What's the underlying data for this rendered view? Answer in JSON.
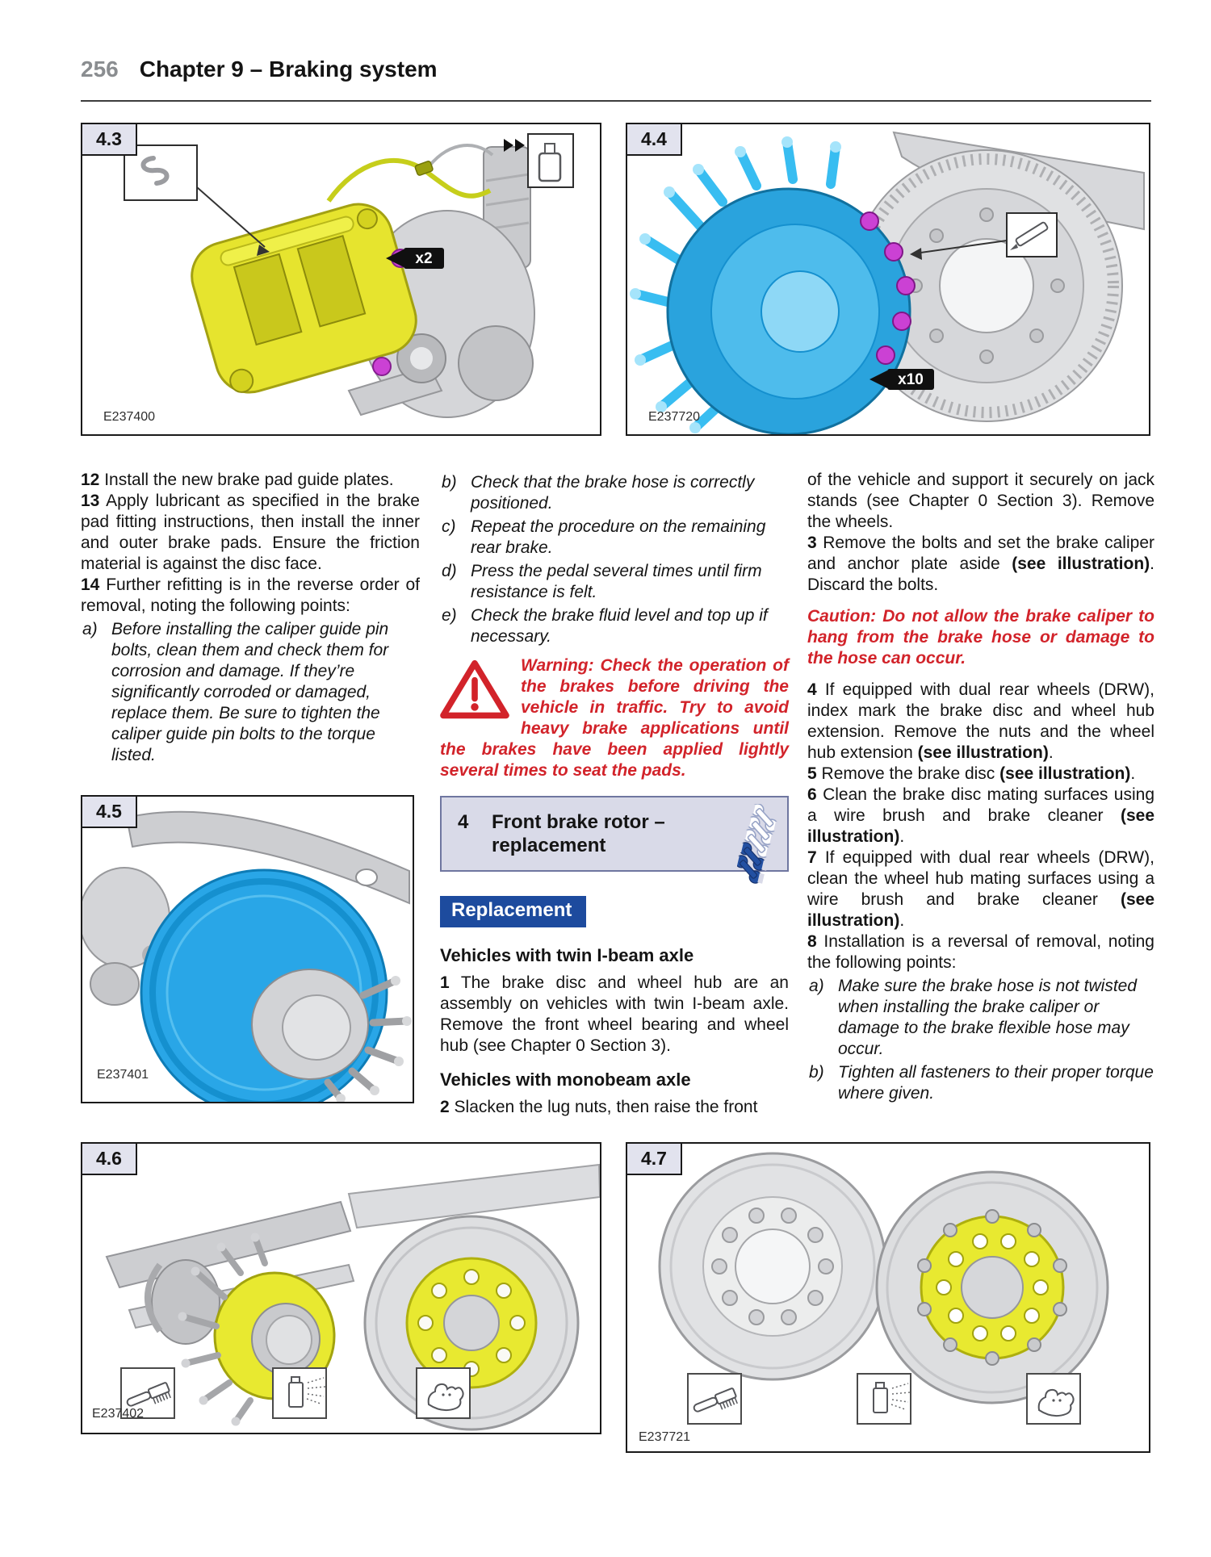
{
  "page": {
    "number": "256",
    "title": "Chapter 9 – Braking system"
  },
  "colors": {
    "accent_blue": "#1d4b9e",
    "warning_red": "#d2232a",
    "panel_lavender": "#d9dae8",
    "caliper_yellow": "#e6e42e",
    "rotor_blue": "#29a6e7",
    "stud_cyan": "#38bdf1",
    "nut_magenta": "#cb41d4",
    "hub_yellow": "#e8e930"
  },
  "icons": {
    "warning": "warning-triangle-exclamation",
    "difficulty_rating": "five wrenches, two filled",
    "fig43_insets": [
      "s-hook",
      "fluid-bottle"
    ],
    "fig44_inset": "marker-pen",
    "fig_tools": [
      "wire-brush",
      "spray-can",
      "wipe-hand"
    ]
  },
  "figures": {
    "f43": {
      "label": "4.3",
      "code": "E237400",
      "badge": "x2"
    },
    "f44": {
      "label": "4.4",
      "code": "E237720",
      "badge": "x10"
    },
    "f45": {
      "label": "4.5",
      "code": "E237401"
    },
    "f46": {
      "label": "4.6",
      "code": "E237402"
    },
    "f47": {
      "label": "4.7",
      "code": "E237721"
    }
  },
  "col_left": {
    "steps": [
      {
        "num": "12",
        "text": "Install the new brake pad guide plates."
      },
      {
        "num": "13",
        "text": "Apply lubricant as specified in the brake pad fitting instructions, then install the inner and outer brake pads. Ensure the friction material is against the disc face."
      },
      {
        "num": "14",
        "text": "Further refitting is in the reverse order of removal, noting the following points:"
      }
    ],
    "items": [
      {
        "letter": "a)",
        "text": "Before installing the caliper guide pin bolts, clean them and check them for corrosion and damage. If they’re significantly corroded or damaged, replace them. Be sure to tighten the caliper guide pin bolts to the torque listed."
      }
    ]
  },
  "col_mid": {
    "items": [
      {
        "letter": "b)",
        "text": "Check that the brake hose is correctly positioned."
      },
      {
        "letter": "c)",
        "text": "Repeat the procedure on the remaining rear brake."
      },
      {
        "letter": "d)",
        "text": "Press the pedal several times until firm resistance is felt."
      },
      {
        "letter": "e)",
        "text": "Check the brake fluid level and top up if necessary."
      }
    ],
    "warning": "Warning: Check the operation of the brakes before driving the vehicle in traffic. Try to avoid heavy brake applications until the brakes have been applied lightly several times to seat the pads.",
    "section": {
      "num": "4",
      "title_line1": "Front brake rotor –",
      "title_line2": "replacement"
    },
    "replacement_label": "Replacement",
    "sub1": "Vehicles with twin I-beam axle",
    "step1": {
      "num": "1",
      "text": "The brake disc and wheel hub are an assembly on vehicles with twin I-beam axle. Remove the front wheel bearing and wheel hub (see Chapter 0 Section 3)."
    },
    "sub2": "Vehicles with monobeam axle",
    "step2": {
      "num": "2",
      "text": "Slacken the lug nuts, then raise the front"
    }
  },
  "col_right": {
    "cont": "of the vehicle and support it securely on jack stands (see Chapter 0 Section 3). Remove the wheels.",
    "s3": {
      "num": "3",
      "t1": "Remove the bolts and set the brake caliper and anchor plate aside ",
      "bold": "(see illustration)",
      "t2": ". Discard the bolts."
    },
    "caution": "Caution: Do not allow the brake caliper to hang from the brake hose or damage to the hose can occur.",
    "s4": {
      "num": "4",
      "t1": "If equipped with dual rear wheels (DRW), index mark the brake disc and wheel hub extension. Remove the nuts and the wheel hub extension ",
      "bold": "(see illustration)",
      "t2": "."
    },
    "s5": {
      "num": "5",
      "t1": "Remove the brake disc ",
      "bold": "(see illus­tration)",
      "t2": "."
    },
    "s6": {
      "num": "6",
      "t1": "Clean the brake disc mating surfaces using a wire brush and brake cleaner ",
      "bold": "(see illustration)",
      "t2": "."
    },
    "s7": {
      "num": "7",
      "t1": "If equipped with dual rear wheels (DRW), clean the wheel hub mating surfaces using a wire brush and brake cleaner ",
      "bold": "(see illustration)",
      "t2": "."
    },
    "s8": {
      "num": "8",
      "text": "Installation is a reversal of removal, noting the following points:"
    },
    "items": [
      {
        "letter": "a)",
        "text": "Make sure the brake hose is not twisted when installing the brake caliper or damage to the brake flexible hose may occur."
      },
      {
        "letter": "b)",
        "text": "Tighten all fasteners to their proper torque where given."
      }
    ]
  }
}
